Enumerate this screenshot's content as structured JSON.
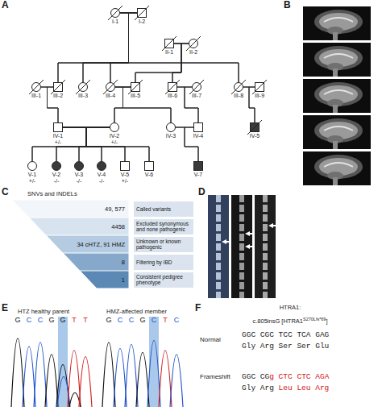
{
  "diagram": {
    "nodes": [
      {
        "text": [
          "I-1"
        ]
      },
      {
        "text": [
          "I-2"
        ]
      },
      {
        "text": [
          "II-1"
        ]
      },
      {
        "text": [
          "II-2"
        ]
      },
      {
        "text": [
          "III-1"
        ]
      },
      {
        "text": [
          "III-2"
        ]
      },
      {
        "text": [
          "III-3"
        ]
      },
      {
        "text": [
          "III-4"
        ]
      },
      {
        "text": [
          "III-5"
        ]
      },
      {
        "text": [
          "III-6"
        ]
      },
      {
        "text": [
          "III-7"
        ]
      },
      {
        "text": [
          "III-8"
        ]
      },
      {
        "text": [
          "III-9"
        ]
      },
      {
        "text": [
          "IV-1",
          "+/-"
        ]
      },
      {
        "text": [
          "IV-2",
          "+/-"
        ]
      },
      {
        "text": [
          "IV-3"
        ]
      },
      {
        "text": [
          "IV-4"
        ]
      },
      {
        "text": [
          "IV-5"
        ]
      },
      {
        "text": [
          "V-1",
          "+/-"
        ]
      },
      {
        "text": [
          "V-2",
          "-/-"
        ]
      },
      {
        "text": [
          "V-3",
          "-/-"
        ]
      },
      {
        "text": [
          "V-4",
          "-/-"
        ]
      },
      {
        "text": [
          "V-5",
          "+/-"
        ]
      },
      {
        "text": [
          "V-6"
        ]
      },
      {
        "text": [
          "V-7"
        ]
      },
      {
        "text": [
          "49, 577"
        ]
      },
      {
        "text": [
          "Called variants"
        ]
      },
      {
        "text": [
          "4458"
        ]
      },
      {
        "text": [
          "Excluded synonymous and none pathogenic"
        ]
      },
      {
        "text": [
          "34 cHTZ, 91 HMZ"
        ]
      },
      {
        "text": [
          "Unknown or known pathogenic"
        ]
      },
      {
        "text": [
          "8"
        ]
      },
      {
        "text": [
          "Filtering by IBD"
        ]
      },
      {
        "text": [
          "1"
        ]
      },
      {
        "text": [
          "Consistent pedigree phenotype"
        ]
      }
    ],
    "edges": [
      {
        "from": 0,
        "to": 1,
        "arrow": "none"
      },
      {
        "from": 2,
        "to": 3,
        "arrow": "none"
      },
      {
        "from": 4,
        "to": 5,
        "arrow": "none"
      },
      {
        "from": 7,
        "to": 8,
        "arrow": "none"
      },
      {
        "from": 9,
        "to": 10,
        "arrow": "none"
      },
      {
        "from": 11,
        "to": 12,
        "arrow": "none"
      },
      {
        "from": 13,
        "to": 14,
        "arrow": "none"
      },
      {
        "from": 15,
        "to": 16,
        "arrow": "none"
      },
      {
        "from": 0,
        "to": 5,
        "arrow": "none"
      },
      {
        "from": 0,
        "to": 6,
        "arrow": "none"
      },
      {
        "from": 0,
        "to": 7,
        "arrow": "none"
      },
      {
        "from": 0,
        "to": 11,
        "arrow": "none"
      },
      {
        "from": 1,
        "to": 5,
        "arrow": "none"
      },
      {
        "from": 1,
        "to": 6,
        "arrow": "none"
      },
      {
        "from": 1,
        "to": 7,
        "arrow": "none"
      },
      {
        "from": 1,
        "to": 11,
        "arrow": "none"
      },
      {
        "from": 2,
        "to": 8,
        "arrow": "none"
      },
      {
        "from": 2,
        "to": 9,
        "arrow": "none"
      },
      {
        "from": 3,
        "to": 8,
        "arrow": "none"
      },
      {
        "from": 3,
        "to": 9,
        "arrow": "none"
      },
      {
        "from": 4,
        "to": 13,
        "arrow": "none"
      },
      {
        "from": 5,
        "to": 13,
        "arrow": "none"
      },
      {
        "from": 7,
        "to": 14,
        "arrow": "none"
      },
      {
        "from": 7,
        "to": 15,
        "arrow": "none"
      },
      {
        "from": 8,
        "to": 14,
        "arrow": "none"
      },
      {
        "from": 8,
        "to": 15,
        "arrow": "none"
      },
      {
        "from": 9,
        "to": 16,
        "arrow": "none"
      },
      {
        "from": 10,
        "to": 16,
        "arrow": "none"
      },
      {
        "from": 11,
        "to": 17,
        "arrow": "none"
      },
      {
        "from": 12,
        "to": 17,
        "arrow": "none"
      },
      {
        "from": 13,
        "to": 18,
        "arrow": "none"
      },
      {
        "from": 13,
        "to": 19,
        "arrow": "none"
      },
      {
        "from": 13,
        "to": 20,
        "arrow": "none"
      },
      {
        "from": 13,
        "to": 21,
        "arrow": "none"
      },
      {
        "from": 13,
        "to": 22,
        "arrow": "none"
      },
      {
        "from": 13,
        "to": 23,
        "arrow": "none"
      },
      {
        "from": 14,
        "to": 18,
        "arrow": "none"
      },
      {
        "from": 14,
        "to": 19,
        "arrow": "none"
      },
      {
        "from": 14,
        "to": 20,
        "arrow": "none"
      },
      {
        "from": 14,
        "to": 21,
        "arrow": "none"
      },
      {
        "from": 14,
        "to": 22,
        "arrow": "none"
      },
      {
        "from": 14,
        "to": 23,
        "arrow": "none"
      },
      {
        "from": 15,
        "to": 24,
        "arrow": "none"
      },
      {
        "from": 16,
        "to": 24,
        "arrow": "none"
      }
    ],
    "labels": [
      "A",
      "B",
      "C",
      "D",
      "E",
      "F",
      "SNVs and INDELs",
      "HTZ healthy parent",
      "HMZ-affected member",
      "G",
      "C",
      "C",
      "G",
      "G",
      "T",
      "T",
      "G",
      "C",
      "C",
      "G",
      "C",
      "T",
      "C",
      "HTRA1:",
      "c.805insG [HTRA1",
      "S270Lfs*69",
      "]",
      "Normal",
      "GGC CGC TCC TCA GAG",
      "Gly Arg Ser Ser Glu",
      "Frameshift",
      "GGC CG",
      "g CTC CTC AGA",
      "Gly Arg",
      "Leu Leu Arg"
    ]
  }
}
